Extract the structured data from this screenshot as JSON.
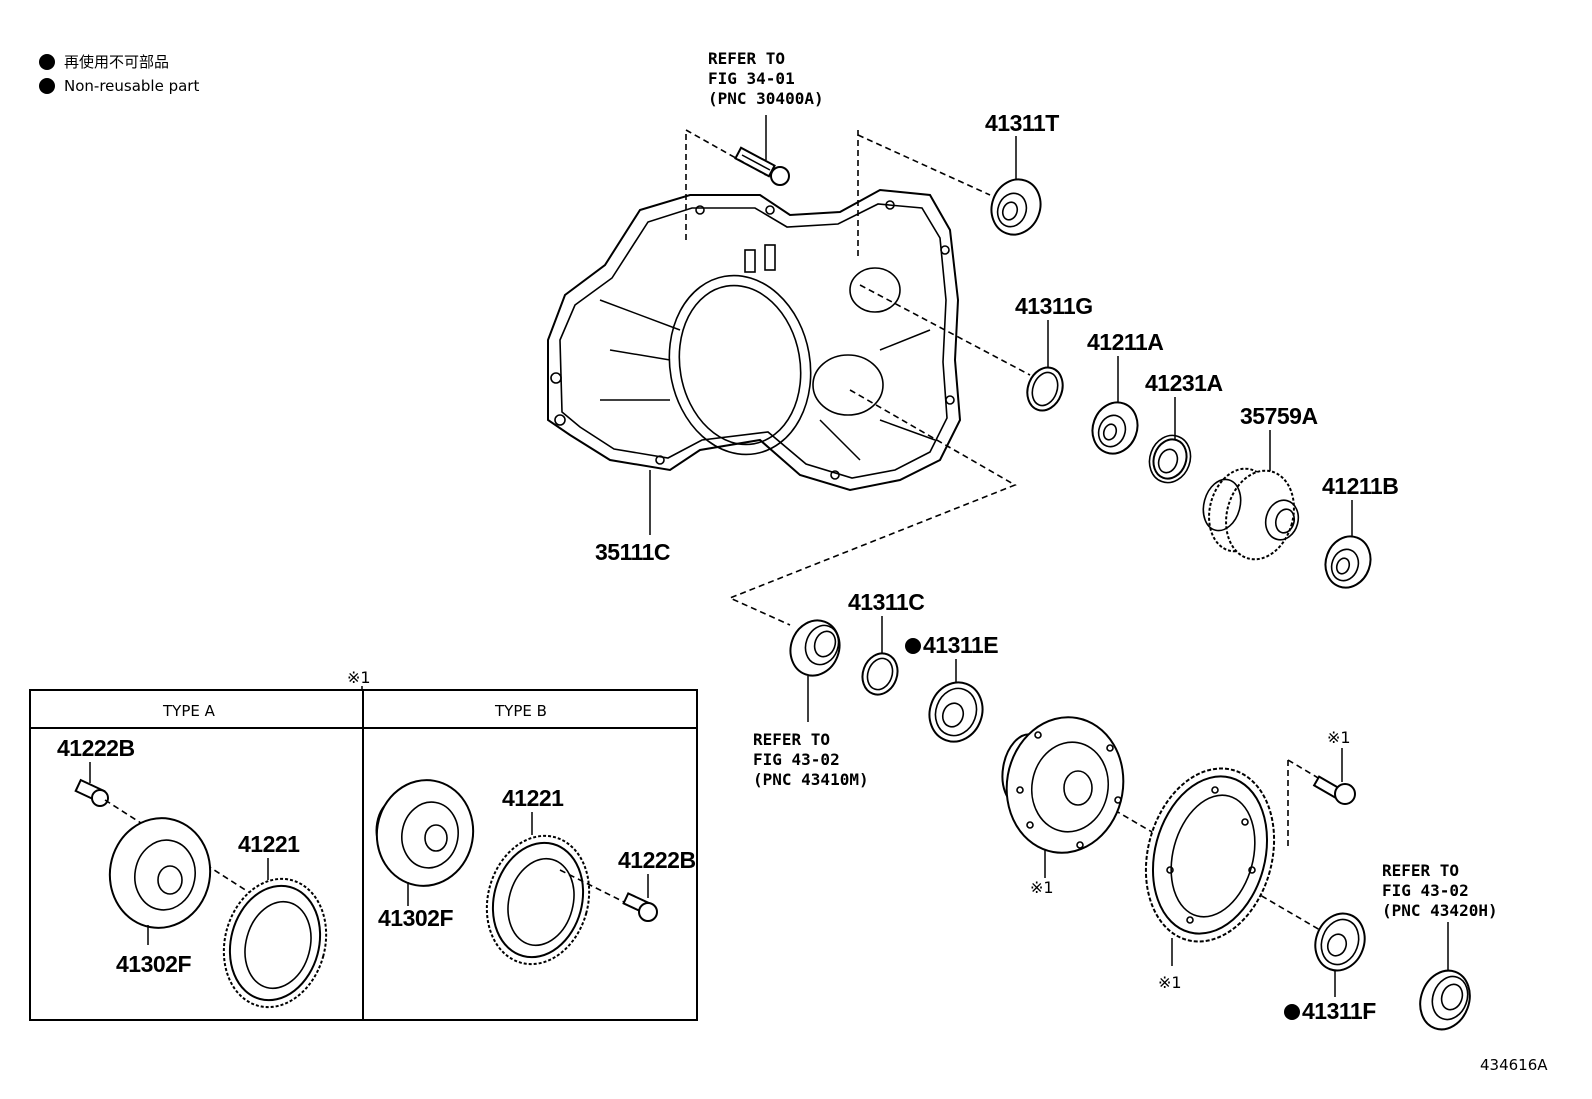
{
  "legend": {
    "line_ja": "再使用不可部品",
    "line_en": "Non-reusable part"
  },
  "references": {
    "ref_top": [
      "REFER TO",
      "FIG 34-01",
      "(PNC 30400A)"
    ],
    "ref_mid": [
      "REFER TO",
      "FIG 43-02",
      "(PNC 43410M)"
    ],
    "ref_right": [
      "REFER TO",
      "FIG 43-02",
      "(PNC 43420H)"
    ]
  },
  "part_numbers": {
    "p41311T": "41311T",
    "p41311G": "41311G",
    "p41211A": "41211A",
    "p41231A": "41231A",
    "p35759A": "35759A",
    "p41211B": "41211B",
    "p35111C": "35111C",
    "p41311C": "41311C",
    "p41311E": "41311E",
    "p41311F": "41311F"
  },
  "marks": {
    "note_mark": "※1"
  },
  "type_box": {
    "mark": "※1",
    "type_a": {
      "title": "TYPE A",
      "bolt": "41222B",
      "gear": "41221",
      "case": "41302F"
    },
    "type_b": {
      "title": "TYPE B",
      "bolt": "41222B",
      "gear": "41221",
      "case": "41302F"
    }
  },
  "figure_id": "434616A"
}
